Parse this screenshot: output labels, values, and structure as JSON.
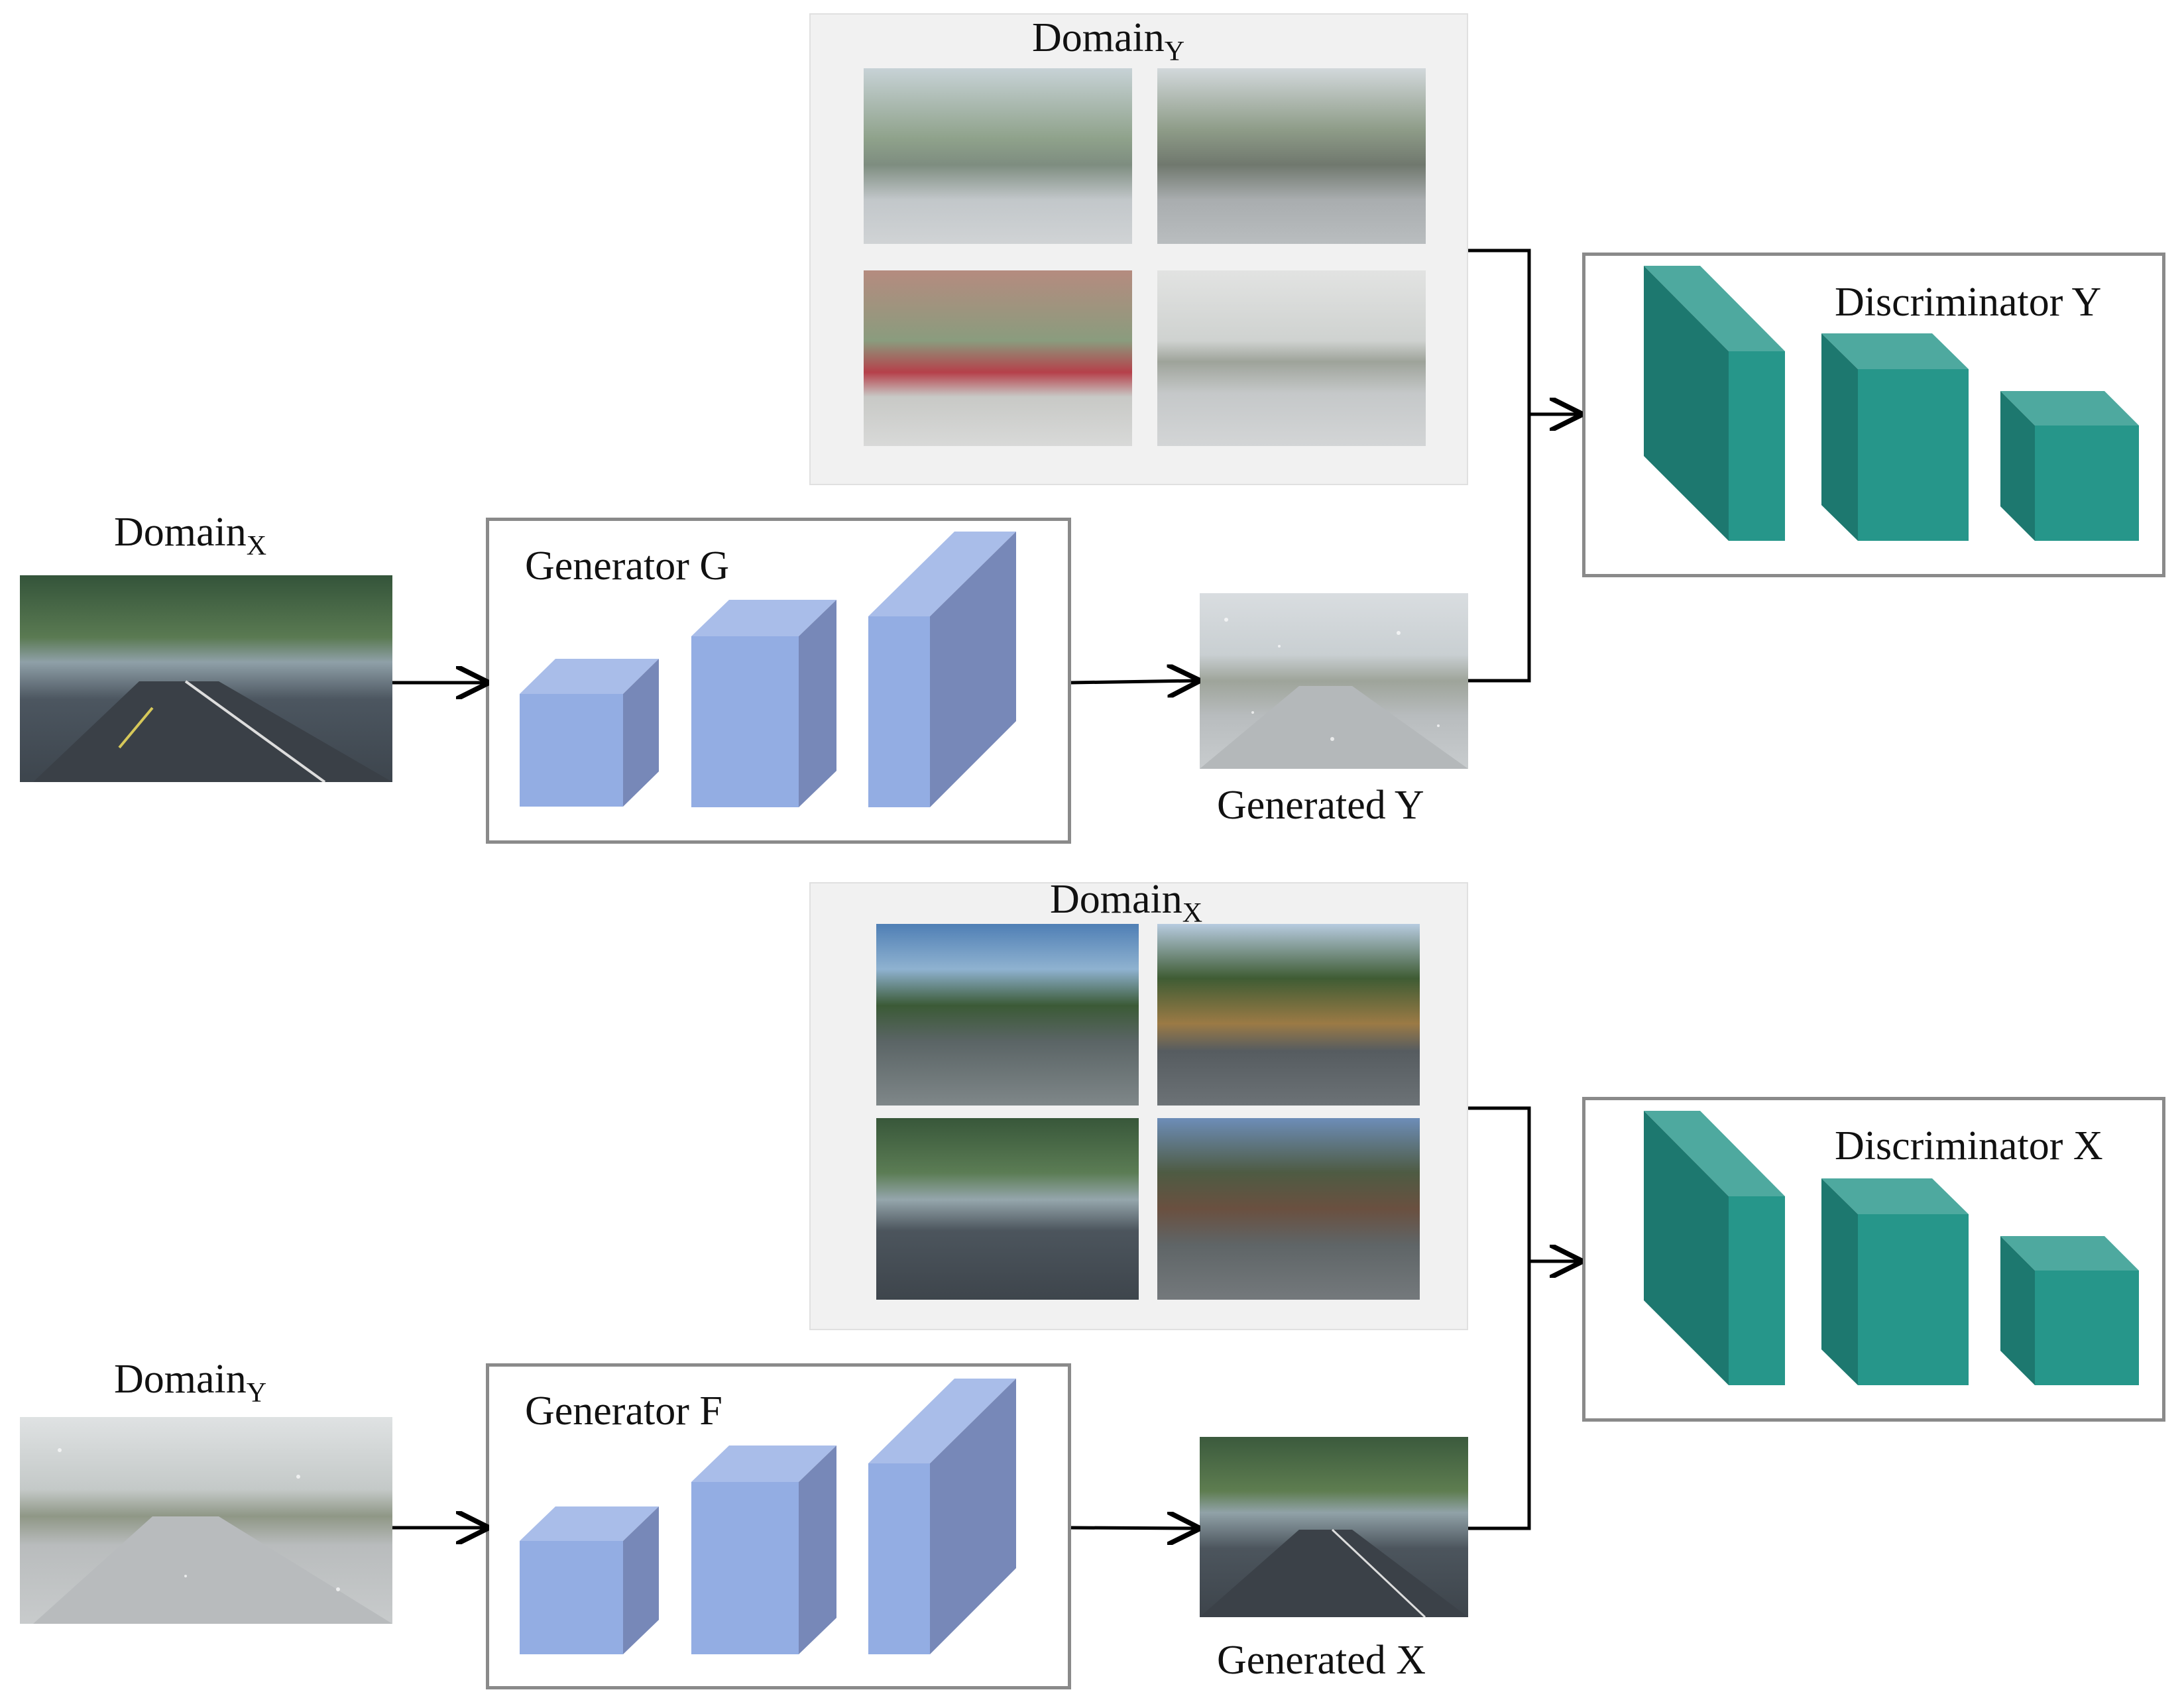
{
  "top": {
    "input_label": "Domain",
    "input_sub": "X",
    "generator_label": "Generator G",
    "generated_label": "Generated Y",
    "domain_label": "Domain",
    "domain_sub": "Y",
    "discriminator_label": "Discriminator Y"
  },
  "bottom": {
    "input_label": "Domain",
    "input_sub": "Y",
    "generator_label": "Generator F",
    "generated_label": "Generated X",
    "domain_label": "Domain",
    "domain_sub": "X",
    "discriminator_label": "Discriminator X"
  },
  "colors": {
    "generator_front": "#93ade3",
    "generator_top": "#a9bde9",
    "generator_side": "#7788b8",
    "disc_front": "#26968a",
    "disc_top": "#4ea99f",
    "disc_side": "#1d786f"
  }
}
